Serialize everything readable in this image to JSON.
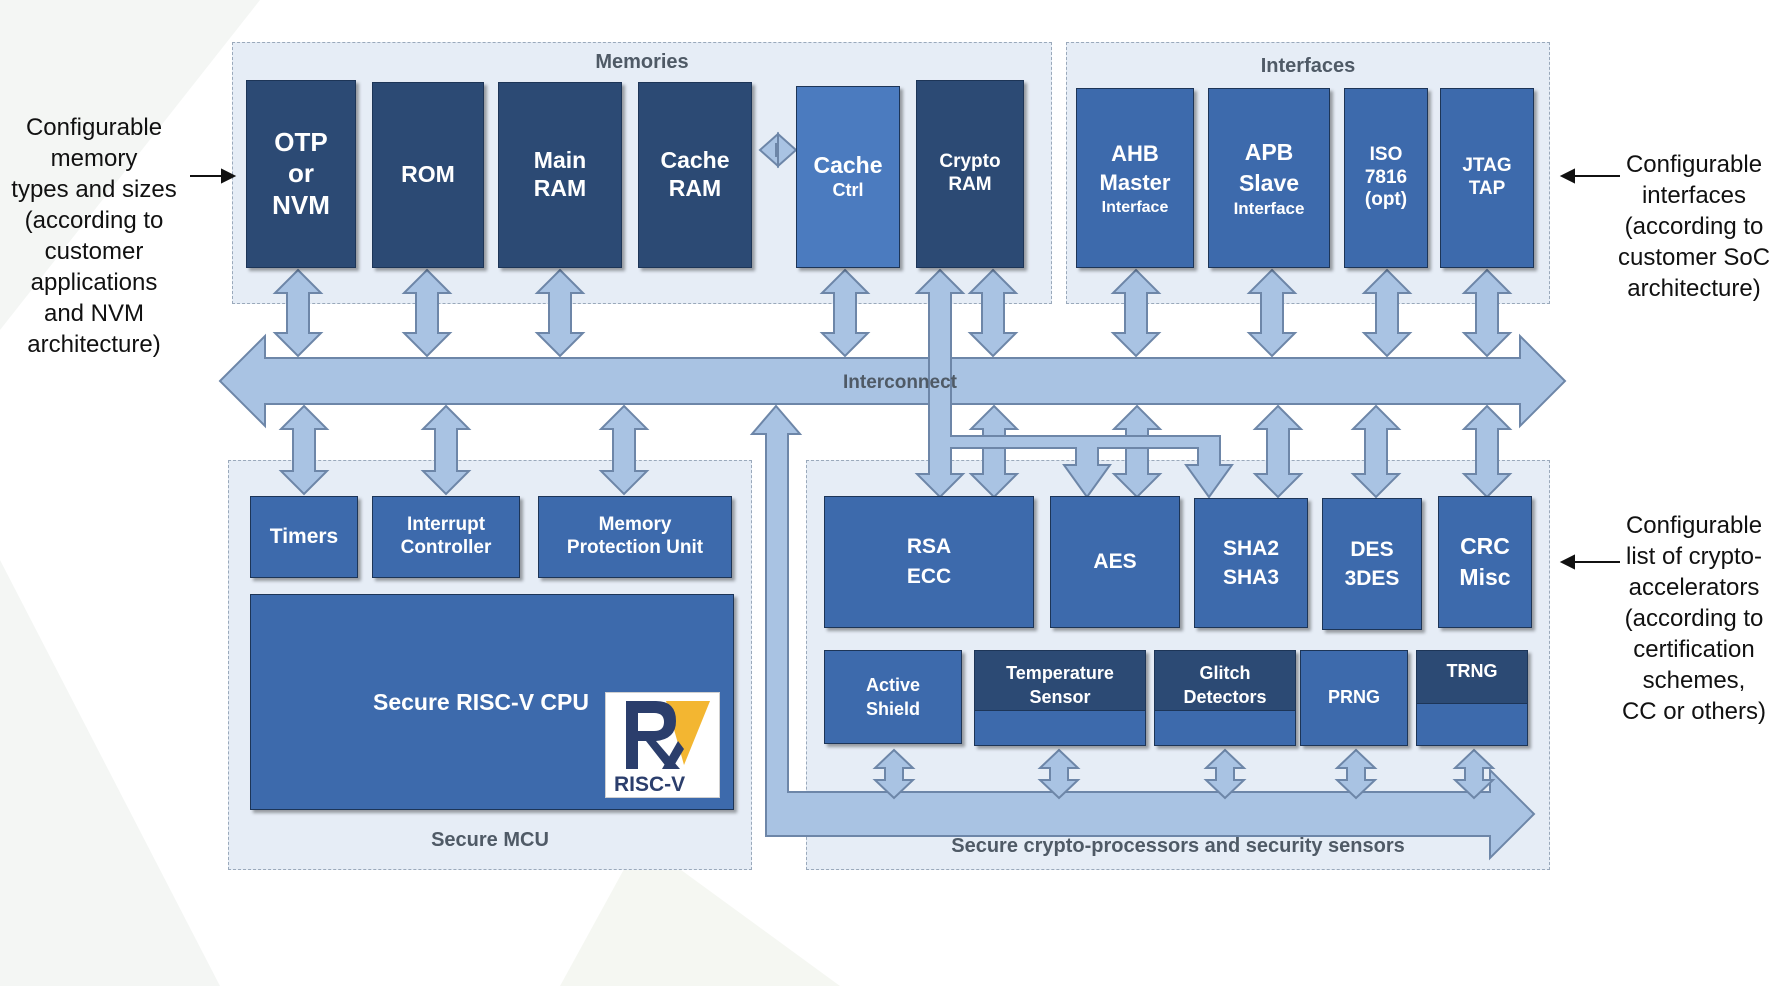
{
  "groups": {
    "memories": "Memories",
    "interfaces": "Interfaces",
    "secure_mcu": "Secure MCU",
    "crypto": "Secure crypto-processors and security sensors"
  },
  "interconnect": "Interconnect",
  "memories": {
    "otp": "OTP\nor\nNVM",
    "rom": "ROM",
    "main_ram": "Main\nRAM",
    "cache_ram": "Cache\nRAM",
    "cache_ctrl": "Cache",
    "cache_ctrl_sub": "Ctrl",
    "crypto_ram": "Crypto\nRAM"
  },
  "interfaces": {
    "ahb": "AHB\nMaster",
    "ahb_sub": "Interface",
    "apb": "APB\nSlave",
    "apb_sub": "Interface",
    "iso": "ISO\n7816\n(opt)",
    "jtag": "JTAG\nTAP"
  },
  "mcu": {
    "timers": "Timers",
    "interrupt": "Interrupt\nController",
    "mpu": "Memory\nProtection Unit",
    "cpu": "Secure RISC-V CPU",
    "logo_text": "RISC-V"
  },
  "crypto": {
    "rsa": "RSA\nECC",
    "aes": "AES",
    "sha": "SHA2\nSHA3",
    "des": "DES\n3DES",
    "crc": "CRC\nMisc",
    "active_shield": "Active\nShield",
    "temp": "Temperature\nSensor",
    "glitch": "Glitch\nDetectors",
    "prng": "PRNG",
    "trng": "TRNG"
  },
  "side_labels": {
    "memory": "Configurable\nmemory\ntypes and sizes\n(according to\ncustomer\napplications\nand NVM\narchitecture)",
    "interfaces": "Configurable\ninterfaces\n(according to\ncustomer SoC\narchitecture)",
    "crypto": "Configurable\nlist of crypto-\naccelerators\n(according to\ncertification\nschemes,\nCC or others)"
  },
  "colors": {
    "dark_block": "#2c4a74",
    "mid_block": "#3d6aac",
    "light_block": "#4b7bbf",
    "arrow_fill": "#a9c3e3",
    "arrow_stroke": "#6d86a8",
    "group_bg": "#e6edf6"
  }
}
